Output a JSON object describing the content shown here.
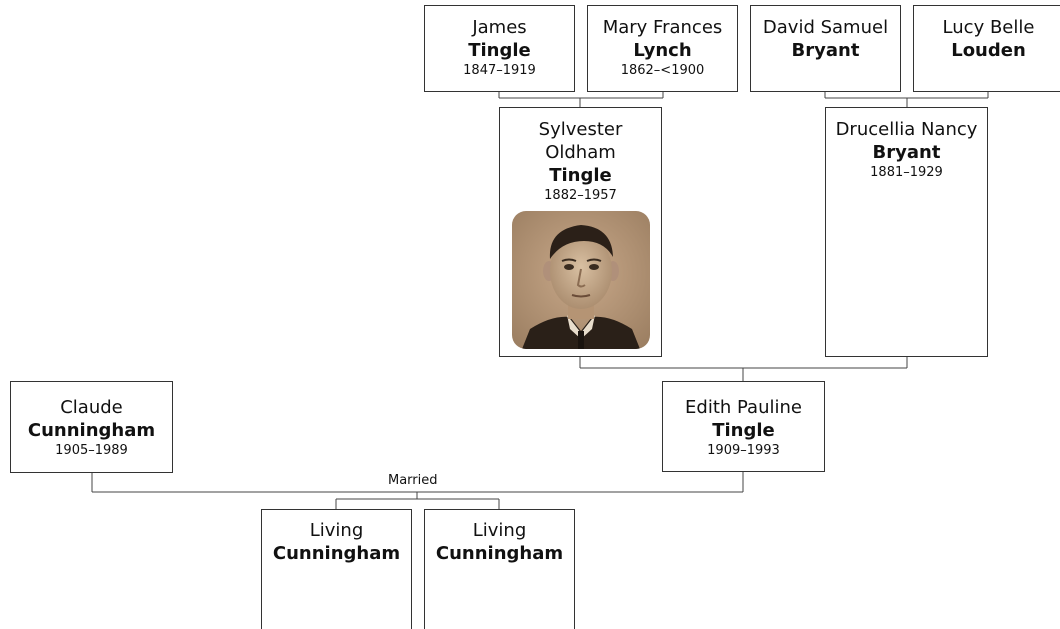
{
  "people": {
    "james_tingle": {
      "given": "James",
      "surname": "Tingle",
      "dates": "1847–1919"
    },
    "mary_frances_lynch": {
      "given": "Mary Frances",
      "surname": "Lynch",
      "dates": "1862–<1900"
    },
    "david_samuel_bryant": {
      "given": "David Samuel",
      "surname": "Bryant",
      "dates": ""
    },
    "lucy_belle_louden": {
      "given": "Lucy Belle",
      "surname": "Louden",
      "dates": ""
    },
    "sylvester_oldham_tingle": {
      "given": "Sylvester Oldham",
      "surname": "Tingle",
      "dates": "1882–1957"
    },
    "drucellia_nancy_bryant": {
      "given": "Drucellia Nancy",
      "surname": "Bryant",
      "dates": "1881–1929"
    },
    "claude_cunningham": {
      "given": "Claude",
      "surname": "Cunningham",
      "dates": "1905–1989"
    },
    "edith_pauline_tingle": {
      "given": "Edith Pauline",
      "surname": "Tingle",
      "dates": "1909–1993"
    },
    "living_cunningham_1": {
      "given": "Living",
      "surname": "Cunningham",
      "dates": ""
    },
    "living_cunningham_2": {
      "given": "Living",
      "surname": "Cunningham",
      "dates": ""
    }
  },
  "marriage_label": "Married"
}
